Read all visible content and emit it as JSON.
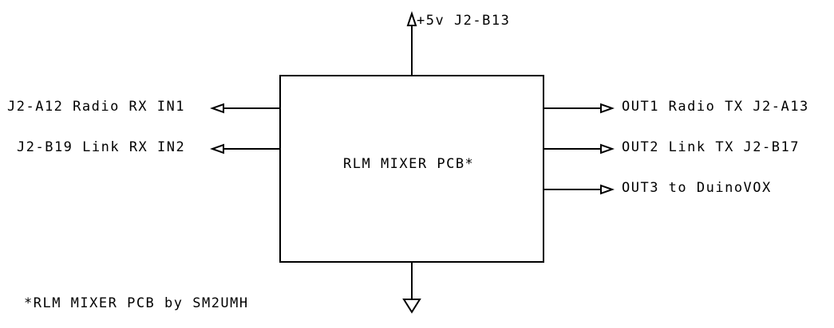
{
  "diagram": {
    "block_label": "RLM MIXER PCB*",
    "power_label": "+5v J2-B13",
    "inputs": [
      {
        "label": "J2-A12 Radio RX IN1"
      },
      {
        "label": "J2-B19 Link RX IN2"
      }
    ],
    "outputs": [
      {
        "label": "OUT1 Radio TX J2-A13"
      },
      {
        "label": "OUT2 Link TX J2-B17"
      },
      {
        "label": "OUT3 to DuinoVOX"
      }
    ],
    "footnote": "*RLM MIXER PCB by SM2UMH"
  }
}
